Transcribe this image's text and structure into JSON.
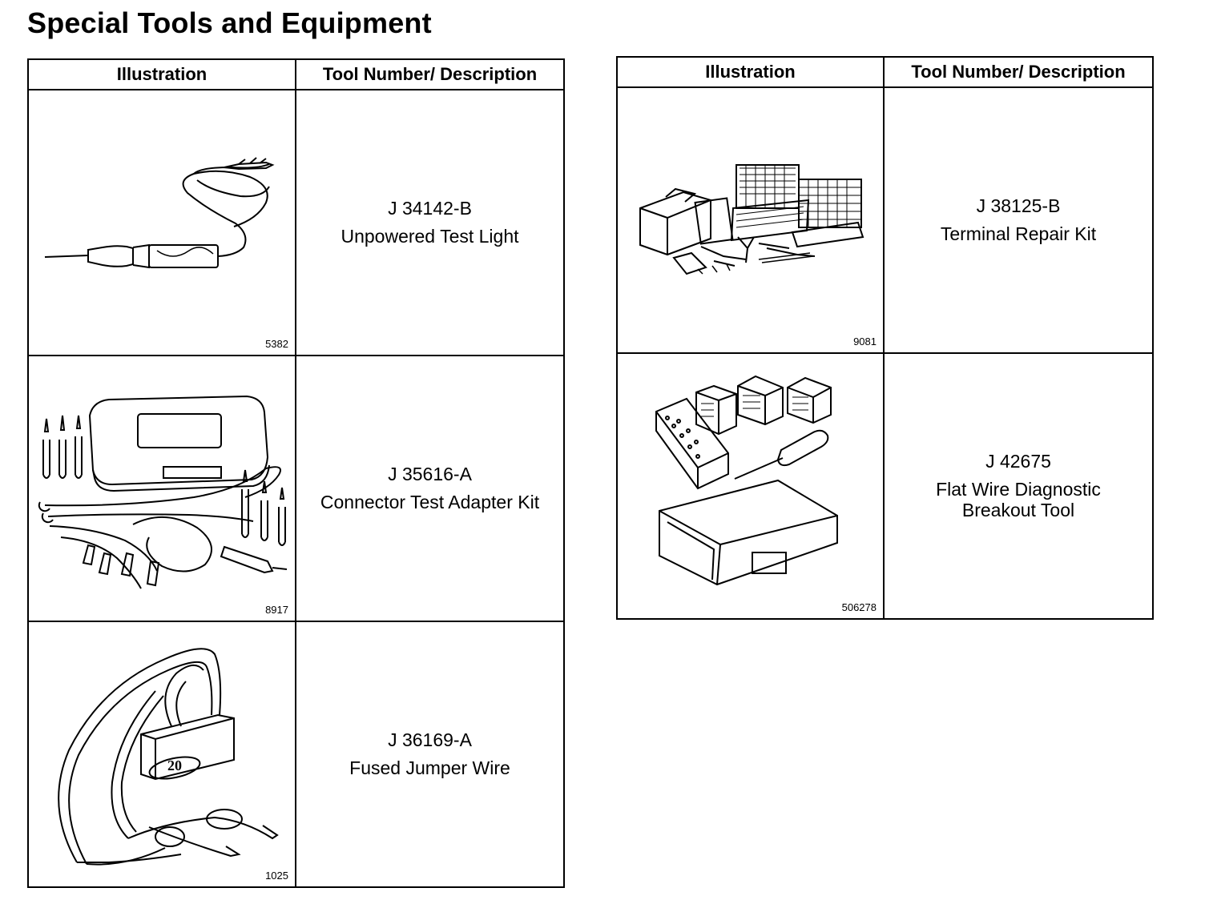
{
  "page": {
    "title": "Special Tools and Equipment"
  },
  "tables": [
    {
      "header": {
        "illustration": "Illustration",
        "description": "Tool Number/ Description"
      },
      "rows": [
        {
          "figure_number": "5382",
          "tool_number": "J 34142-B",
          "description_lines": [
            "Unpowered Test Light"
          ],
          "icon": "test-light-icon"
        },
        {
          "figure_number": "8917",
          "tool_number": "J 35616-A",
          "description_lines": [
            "Connector Test Adapter Kit"
          ],
          "icon": "adapter-kit-icon"
        },
        {
          "figure_number": "1025",
          "tool_number": "J 36169-A",
          "description_lines": [
            "Fused Jumper Wire"
          ],
          "icon": "jumper-wire-icon",
          "fuse_label": "20"
        }
      ]
    },
    {
      "header": {
        "illustration": "Illustration",
        "description": "Tool Number/ Description"
      },
      "rows": [
        {
          "figure_number": "9081",
          "tool_number": "J 38125-B",
          "description_lines": [
            "Terminal Repair Kit"
          ],
          "icon": "terminal-repair-kit-icon"
        },
        {
          "figure_number": "506278",
          "tool_number": "J 42675",
          "description_lines": [
            "Flat Wire Diagnostic",
            "Breakout Tool"
          ],
          "icon": "breakout-tool-icon"
        }
      ]
    }
  ]
}
